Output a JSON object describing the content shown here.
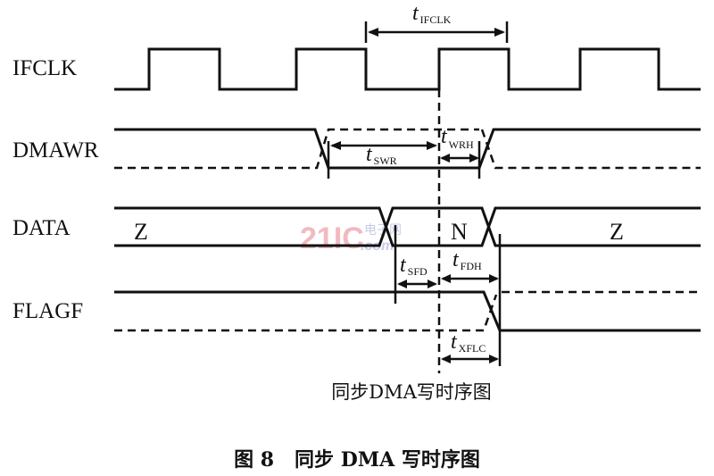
{
  "signals": {
    "ifclk": "IFCLK",
    "dmawr": "DMAWR",
    "data": "DATA",
    "flagf": "FLAGF"
  },
  "data_states": {
    "before": "Z",
    "valid": "N",
    "after": "Z"
  },
  "timings": {
    "ifclk": {
      "t": "t",
      "sub": "IFCLK"
    },
    "swr": {
      "t": "t",
      "sub": "SWR"
    },
    "wrh": {
      "t": "t",
      "sub": "WRH"
    },
    "sfd": {
      "t": "t",
      "sub": "SFD"
    },
    "fdh": {
      "t": "t",
      "sub": "FDH"
    },
    "xflc": {
      "t": "t",
      "sub": "XFLC"
    }
  },
  "diagram_caption": "同步DMA写时序图",
  "figure_caption": "图 8   同步 DMA 写时序图",
  "watermark": {
    "logo": "21IC",
    "cn": "电子网",
    "suffix": ".com",
    "color": "#e8808f"
  }
}
